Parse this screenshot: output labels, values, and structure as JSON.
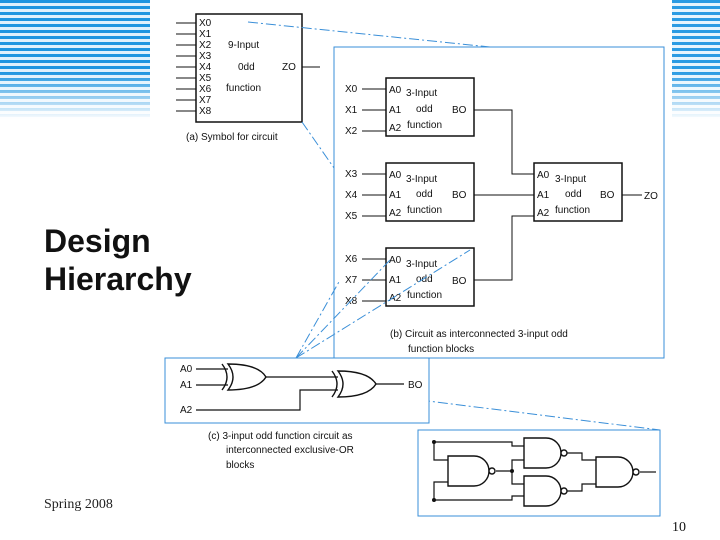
{
  "slide": {
    "title_line1": "Design",
    "title_line2": "Hierarchy",
    "footer": "Spring 2008",
    "page_number": "10"
  },
  "panel_a": {
    "inputs": [
      "X0",
      "X1",
      "X2",
      "X3",
      "X4",
      "X5",
      "X6",
      "X7",
      "X8"
    ],
    "block_line1": "9-Input",
    "block_line2": "0dd",
    "block_line3": "function",
    "output": "ZO",
    "caption": "(a) Symbol for circuit"
  },
  "panel_b": {
    "block_line1": "3-Input",
    "block_line2": "odd",
    "block_line3": "function",
    "block_inputs": [
      "A0",
      "A1",
      "A2"
    ],
    "block_output": "BO",
    "circuit_inputs": [
      "X0",
      "X1",
      "X2",
      "X3",
      "X4",
      "X5",
      "X6",
      "X7",
      "X8"
    ],
    "output": "ZO",
    "caption_line1": "(b) Circuit as interconnected 3-input odd",
    "caption_line2": "function blocks"
  },
  "panel_c": {
    "inputs": [
      "A0",
      "A1",
      "A2"
    ],
    "output": "BO",
    "caption_line1": "(c) 3-input odd function circuit as",
    "caption_line2": "interconnected exclusive-OR",
    "caption_line3": "blocks"
  },
  "colors": {
    "accent_blue": "#2b9be3",
    "connector_blue": "#3a8fd8",
    "ink": "#111111"
  }
}
